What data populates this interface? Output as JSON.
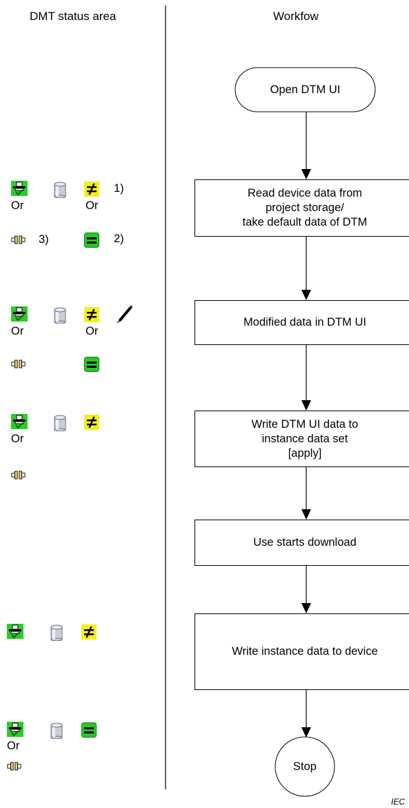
{
  "headers": {
    "left": "DMT status area",
    "right": "Workfow"
  },
  "flow": {
    "start": "Open DTM UI",
    "step1": "Read device data from\nproject storage/\ntake default data of DTM",
    "step2": "Modified data in DTM UI",
    "step3": "Write DTM UI data to\ninstance data set\n[apply]",
    "step4": "Use starts download",
    "step5": "Write instance data to device",
    "stop": "Stop"
  },
  "status": {
    "or": "Or",
    "note1": "1)",
    "note2": "2)",
    "note3": "3)"
  },
  "footer": {
    "iec": "IEC"
  },
  "colors": {
    "green": "#22cc22",
    "yellow": "#f4ee1e",
    "db_grey": "#c8cdd6",
    "line": "#000000"
  },
  "icons": [
    "connected-plug-icon",
    "disconnected-plug-icon",
    "database-icon",
    "not-equal-icon",
    "equal-icon",
    "pen-icon"
  ]
}
